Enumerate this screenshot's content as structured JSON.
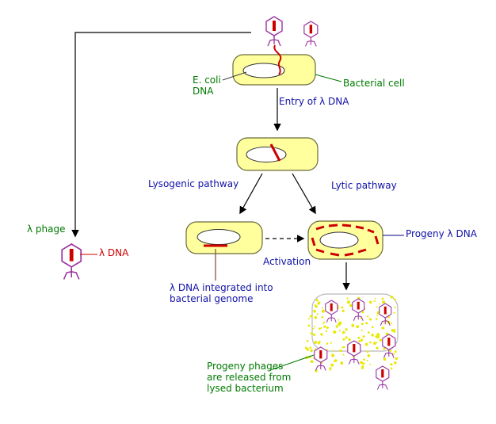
{
  "labels": {
    "ecoli_dna": "E. coli\nDNA",
    "bacterial_cell": "Bacterial cell",
    "entry": "Entry of λ DNA",
    "lysogenic_pathway": "Lysogenic pathway",
    "lytic_pathway": "Lytic pathway",
    "activation": "Activation",
    "progeny_dna": "Progeny λ DNA",
    "integrated": "λ DNA integrated into\nbacterial genome",
    "lambda_phage": "λ phage",
    "lambda_dna": "λ DNA",
    "released": "Progeny phages\nare released from\nlysed bacterium"
  },
  "icons": {
    "phage": "bacteriophage-icon"
  },
  "colors": {
    "green": "#007A00",
    "blue": "#1111A8",
    "red": "#CC0000",
    "purple": "#9933A0",
    "cell-fill": "#FFFF9E",
    "cell-stroke": "#6B6B3A",
    "speckle": "#E8E800",
    "arrow": "#000000",
    "navy": "#000080",
    "lysed-stroke": "#B9B9B9",
    "pointer-dark": "#444444",
    "pointer-maroon": "#773333"
  }
}
